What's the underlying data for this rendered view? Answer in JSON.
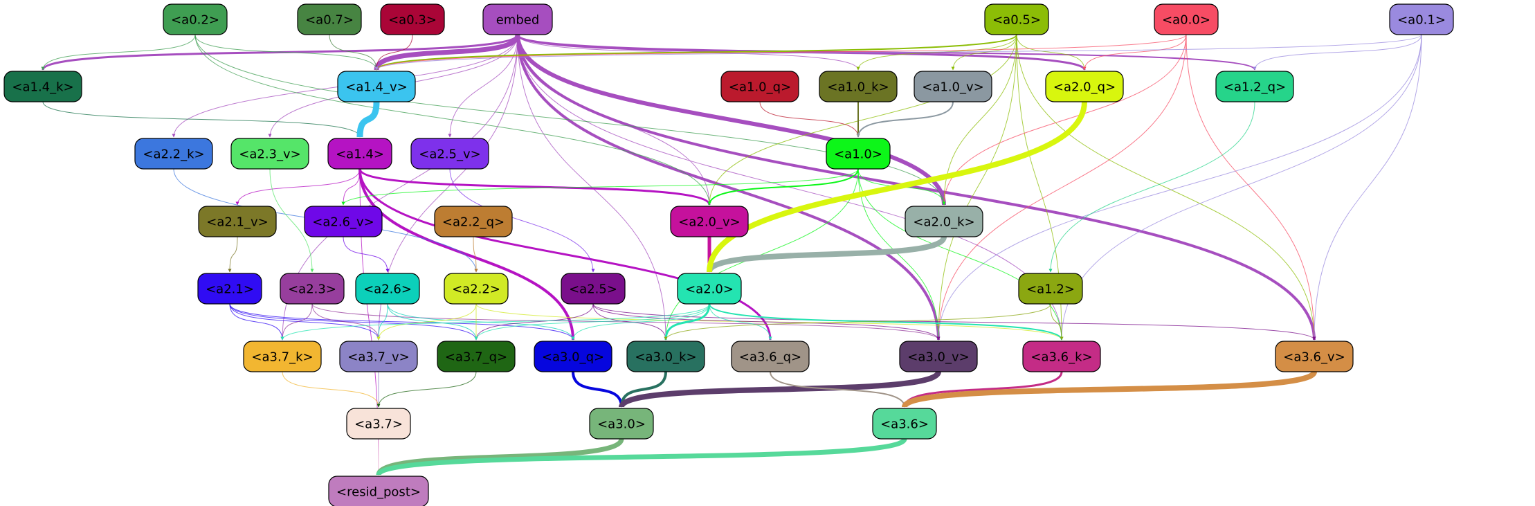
{
  "nodes": [
    {
      "id": "embed",
      "label": "embed",
      "fill": "#a64ebf",
      "text": "#000000"
    },
    {
      "id": "a0_2",
      "label": "<a0.2>",
      "fill": "#3f9e52",
      "text": "#000000"
    },
    {
      "id": "a0_7",
      "label": "<a0.7>",
      "fill": "#478442",
      "text": "#000000"
    },
    {
      "id": "a0_3",
      "label": "<a0.3>",
      "fill": "#aa0537",
      "text": "#000000"
    },
    {
      "id": "a0_5",
      "label": "<a0.5>",
      "fill": "#8cbd06",
      "text": "#000000"
    },
    {
      "id": "a0_0",
      "label": "<a0.0>",
      "fill": "#f74c64",
      "text": "#000000"
    },
    {
      "id": "a0_1",
      "label": "<a0.1>",
      "fill": "#9a8adf",
      "text": "#000000"
    },
    {
      "id": "a1_4_k",
      "label": "<a1.4_k>",
      "fill": "#18714a",
      "text": "#000000"
    },
    {
      "id": "a1_4_v",
      "label": "<a1.4_v>",
      "fill": "#3bc4ef",
      "text": "#000000"
    },
    {
      "id": "a1_0_q",
      "label": "<a1.0_q>",
      "fill": "#bb1a2d",
      "text": "#000000"
    },
    {
      "id": "a1_0_k",
      "label": "<a1.0_k>",
      "fill": "#6b7424",
      "text": "#000000"
    },
    {
      "id": "a1_0_v",
      "label": "<a1.0_v>",
      "fill": "#8b98a1",
      "text": "#000000"
    },
    {
      "id": "a2_0_q",
      "label": "<a2.0_q>",
      "fill": "#d8f60e",
      "text": "#000000"
    },
    {
      "id": "a1_2_q",
      "label": "<a1.2_q>",
      "fill": "#26d48a",
      "text": "#000000"
    },
    {
      "id": "a2_2_k",
      "label": "<a2.2_k>",
      "fill": "#3c77de",
      "text": "#000000"
    },
    {
      "id": "a2_3_v",
      "label": "<a2.3_v>",
      "fill": "#55e569",
      "text": "#000000"
    },
    {
      "id": "a1_4",
      "label": "<a1.4>",
      "fill": "#b513c3",
      "text": "#000000"
    },
    {
      "id": "a2_5_v",
      "label": "<a2.5_v>",
      "fill": "#7e31eb",
      "text": "#000000"
    },
    {
      "id": "a1_0",
      "label": "<a1.0>",
      "fill": "#0df619",
      "text": "#000000"
    },
    {
      "id": "a2_1_v",
      "label": "<a2.1_v>",
      "fill": "#7c7828",
      "text": "#000000"
    },
    {
      "id": "a2_6_v",
      "label": "<a2.6_v>",
      "fill": "#6f08e8",
      "text": "#000000"
    },
    {
      "id": "a2_2_q",
      "label": "<a2.2_q>",
      "fill": "#bd7d32",
      "text": "#000000"
    },
    {
      "id": "a2_0_v",
      "label": "<a2.0_v>",
      "fill": "#c5119c",
      "text": "#000000"
    },
    {
      "id": "a2_0_k",
      "label": "<a2.0_k>",
      "fill": "#98b0a8",
      "text": "#000000"
    },
    {
      "id": "a2_1",
      "label": "<a2.1>",
      "fill": "#300cf3",
      "text": "#000000"
    },
    {
      "id": "a2_3",
      "label": "<a2.3>",
      "fill": "#973e9d",
      "text": "#000000"
    },
    {
      "id": "a2_6",
      "label": "<a2.6>",
      "fill": "#0cd0ba",
      "text": "#000000"
    },
    {
      "id": "a2_2",
      "label": "<a2.2>",
      "fill": "#d1ea25",
      "text": "#000000"
    },
    {
      "id": "a2_5",
      "label": "<a2.5>",
      "fill": "#7a0f8b",
      "text": "#000000"
    },
    {
      "id": "a2_0",
      "label": "<a2.0>",
      "fill": "#24e4b1",
      "text": "#000000"
    },
    {
      "id": "a1_2",
      "label": "<a1.2>",
      "fill": "#8ba711",
      "text": "#000000"
    },
    {
      "id": "a3_7_k",
      "label": "<a3.7_k>",
      "fill": "#f2b631",
      "text": "#000000"
    },
    {
      "id": "a3_7_v",
      "label": "<a3.7_v>",
      "fill": "#8c84c6",
      "text": "#000000"
    },
    {
      "id": "a3_7_q",
      "label": "<a3.7_q>",
      "fill": "#1f6614",
      "text": "#000000"
    },
    {
      "id": "a3_0_q",
      "label": "<a3.0_q>",
      "fill": "#0606de",
      "text": "#000000"
    },
    {
      "id": "a3_0_k",
      "label": "<a3.0_k>",
      "fill": "#287160",
      "text": "#000000"
    },
    {
      "id": "a3_6_q",
      "label": "<a3.6_q>",
      "fill": "#a09488",
      "text": "#000000"
    },
    {
      "id": "a3_0_v",
      "label": "<a3.0_v>",
      "fill": "#5c3d6b",
      "text": "#000000"
    },
    {
      "id": "a3_6_k",
      "label": "<a3.6_k>",
      "fill": "#c42c86",
      "text": "#000000"
    },
    {
      "id": "a3_6_v",
      "label": "<a3.6_v>",
      "fill": "#d48e46",
      "text": "#000000"
    },
    {
      "id": "a3_7",
      "label": "<a3.7>",
      "fill": "#f8e3d9",
      "text": "#000000"
    },
    {
      "id": "a3_0",
      "label": "<a3.0>",
      "fill": "#77b57a",
      "text": "#000000"
    },
    {
      "id": "a3_6",
      "label": "<a3.6>",
      "fill": "#56d99a",
      "text": "#000000"
    },
    {
      "id": "resid_post",
      "label": "<resid_post>",
      "fill": "#bf7cbe",
      "text": "#000000"
    }
  ],
  "edges": [
    {
      "from": "embed",
      "to": "a1_4_v",
      "color": "#a64ebf",
      "weight": 7
    },
    {
      "from": "embed",
      "to": "a1_4_k",
      "color": "#a64ebf",
      "weight": 3
    },
    {
      "from": "embed",
      "to": "a2_0_k",
      "color": "#a64ebf",
      "weight": 6
    },
    {
      "from": "embed",
      "to": "a3_0_v",
      "color": "#a64ebf",
      "weight": 4
    },
    {
      "from": "embed",
      "to": "a3_6_v",
      "color": "#a64ebf",
      "weight": 4
    },
    {
      "from": "embed",
      "to": "a2_0_q",
      "color": "#a64ebf",
      "weight": 3
    },
    {
      "from": "embed",
      "to": "a1_2_q",
      "color": "#a64ebf",
      "weight": 2
    },
    {
      "from": "embed",
      "to": "a1_0_k",
      "color": "#a64ebf",
      "weight": 1
    },
    {
      "from": "embed",
      "to": "a2_2_k",
      "color": "#a64ebf",
      "weight": 1
    },
    {
      "from": "embed",
      "to": "a2_3_v",
      "color": "#a64ebf",
      "weight": 1
    },
    {
      "from": "embed",
      "to": "a2_5_v",
      "color": "#a64ebf",
      "weight": 1
    },
    {
      "from": "embed",
      "to": "a2_0_v",
      "color": "#a64ebf",
      "weight": 1
    },
    {
      "from": "embed",
      "to": "a3_0_k",
      "color": "#a64ebf",
      "weight": 1
    },
    {
      "from": "embed",
      "to": "a3_6_k",
      "color": "#a64ebf",
      "weight": 1
    },
    {
      "from": "embed",
      "to": "a3_7_k",
      "color": "#a64ebf",
      "weight": 1
    },
    {
      "from": "embed",
      "to": "a3_7_v",
      "color": "#a64ebf",
      "weight": 1
    },
    {
      "from": "a0_2",
      "to": "a1_4_k",
      "color": "#3f9e52",
      "weight": 1
    },
    {
      "from": "a0_2",
      "to": "a1_4_v",
      "color": "#3f9e52",
      "weight": 1
    },
    {
      "from": "a0_2",
      "to": "a2_0_v",
      "color": "#3f9e52",
      "weight": 1
    },
    {
      "from": "a0_2",
      "to": "a2_0_k",
      "color": "#3f9e52",
      "weight": 1
    },
    {
      "from": "a0_7",
      "to": "a1_4_v",
      "color": "#478442",
      "weight": 1
    },
    {
      "from": "a0_3",
      "to": "a1_4_v",
      "color": "#aa0537",
      "weight": 1
    },
    {
      "from": "a0_5",
      "to": "a1_4_v",
      "color": "#8cbd06",
      "weight": 2
    },
    {
      "from": "a0_5",
      "to": "a1_0_k",
      "color": "#8cbd06",
      "weight": 1
    },
    {
      "from": "a0_5",
      "to": "a1_0_v",
      "color": "#8cbd06",
      "weight": 1
    },
    {
      "from": "a0_5",
      "to": "a2_0_q",
      "color": "#8cbd06",
      "weight": 1
    },
    {
      "from": "a0_5",
      "to": "a2_0_k",
      "color": "#8cbd06",
      "weight": 1
    },
    {
      "from": "a0_5",
      "to": "a2_0_v",
      "color": "#8cbd06",
      "weight": 1
    },
    {
      "from": "a0_5",
      "to": "a3_0_v",
      "color": "#8cbd06",
      "weight": 1
    },
    {
      "from": "a0_5",
      "to": "a3_6_k",
      "color": "#8cbd06",
      "weight": 1
    },
    {
      "from": "a0_5",
      "to": "a3_6_v",
      "color": "#8cbd06",
      "weight": 1
    },
    {
      "from": "a0_0",
      "to": "a1_4_v",
      "color": "#f74c64",
      "weight": 1
    },
    {
      "from": "a0_0",
      "to": "a2_0_q",
      "color": "#f74c64",
      "weight": 1
    },
    {
      "from": "a0_0",
      "to": "a2_0_k",
      "color": "#f74c64",
      "weight": 1
    },
    {
      "from": "a0_0",
      "to": "a3_0_v",
      "color": "#f74c64",
      "weight": 1
    },
    {
      "from": "a0_0",
      "to": "a3_6_v",
      "color": "#f74c64",
      "weight": 1
    },
    {
      "from": "a0_1",
      "to": "a1_4_v",
      "color": "#9a8adf",
      "weight": 1
    },
    {
      "from": "a0_1",
      "to": "a1_2_q",
      "color": "#9a8adf",
      "weight": 1
    },
    {
      "from": "a0_1",
      "to": "a3_0_v",
      "color": "#9a8adf",
      "weight": 1
    },
    {
      "from": "a0_1",
      "to": "a3_6_k",
      "color": "#9a8adf",
      "weight": 1
    },
    {
      "from": "a0_1",
      "to": "a3_6_v",
      "color": "#9a8adf",
      "weight": 1
    },
    {
      "from": "a1_4_k",
      "to": "a1_4",
      "color": "#18714a",
      "weight": 1
    },
    {
      "from": "a1_4_v",
      "to": "a1_4",
      "color": "#3bc4ef",
      "weight": 9
    },
    {
      "from": "a1_0_q",
      "to": "a1_0",
      "color": "#bb1a2d",
      "weight": 1
    },
    {
      "from": "a1_0_k",
      "to": "a1_0",
      "color": "#6b7424",
      "weight": 2
    },
    {
      "from": "a1_0_v",
      "to": "a1_0",
      "color": "#8b98a1",
      "weight": 2
    },
    {
      "from": "a1_4",
      "to": "a2_0_v",
      "color": "#b513c3",
      "weight": 3
    },
    {
      "from": "a1_4",
      "to": "a3_0_q",
      "color": "#b513c3",
      "weight": 4
    },
    {
      "from": "a1_4",
      "to": "a3_6_q",
      "color": "#b513c3",
      "weight": 3
    },
    {
      "from": "a1_4",
      "to": "a2_6_v",
      "color": "#b513c3",
      "weight": 1
    },
    {
      "from": "a1_4",
      "to": "a2_1_v",
      "color": "#b513c3",
      "weight": 1
    },
    {
      "from": "a1_4",
      "to": "resid_post",
      "color": "#b513c3",
      "weight": 1
    },
    {
      "from": "a1_0",
      "to": "a2_0_v",
      "color": "#0df619",
      "weight": 2
    },
    {
      "from": "a1_0",
      "to": "a2_0_k",
      "color": "#0df619",
      "weight": 1
    },
    {
      "from": "a1_0",
      "to": "a2_6_v",
      "color": "#0df619",
      "weight": 1
    },
    {
      "from": "a1_0",
      "to": "a3_0_k",
      "color": "#0df619",
      "weight": 1
    },
    {
      "from": "a1_0",
      "to": "a3_0_v",
      "color": "#0df619",
      "weight": 1
    },
    {
      "from": "a1_0",
      "to": "a3_6_k",
      "color": "#0df619",
      "weight": 1
    },
    {
      "from": "a1_2_q",
      "to": "a1_2",
      "color": "#26d48a",
      "weight": 1
    },
    {
      "from": "a2_2_k",
      "to": "a2_2",
      "color": "#3c77de",
      "weight": 1
    },
    {
      "from": "a2_3_v",
      "to": "a2_3",
      "color": "#55e569",
      "weight": 1
    },
    {
      "from": "a2_5_v",
      "to": "a2_5",
      "color": "#7e31eb",
      "weight": 1
    },
    {
      "from": "a2_1_v",
      "to": "a2_1",
      "color": "#7c7828",
      "weight": 1
    },
    {
      "from": "a2_6_v",
      "to": "a2_6",
      "color": "#6f08e8",
      "weight": 1
    },
    {
      "from": "a2_2_q",
      "to": "a2_2",
      "color": "#bd7d32",
      "weight": 1
    },
    {
      "from": "a2_0_v",
      "to": "a2_0",
      "color": "#c5119c",
      "weight": 5
    },
    {
      "from": "a2_0_k",
      "to": "a2_0",
      "color": "#98b0a8",
      "weight": 8
    },
    {
      "from": "a2_0_q",
      "to": "a2_0",
      "color": "#d8f60e",
      "weight": 8
    },
    {
      "from": "a2_1",
      "to": "a3_7_k",
      "color": "#300cf3",
      "weight": 1
    },
    {
      "from": "a2_1",
      "to": "a3_7_v",
      "color": "#300cf3",
      "weight": 1
    },
    {
      "from": "a2_1",
      "to": "a3_7_q",
      "color": "#300cf3",
      "weight": 1
    },
    {
      "from": "a2_1",
      "to": "a3_0_q",
      "color": "#300cf3",
      "weight": 1
    },
    {
      "from": "a2_3",
      "to": "a3_7_k",
      "color": "#973e9d",
      "weight": 1
    },
    {
      "from": "a2_3",
      "to": "a3_7_v",
      "color": "#973e9d",
      "weight": 1
    },
    {
      "from": "a2_3",
      "to": "a3_0_v",
      "color": "#973e9d",
      "weight": 1
    },
    {
      "from": "a2_6",
      "to": "a3_7_v",
      "color": "#0cd0ba",
      "weight": 1
    },
    {
      "from": "a2_6",
      "to": "a3_7_q",
      "color": "#0cd0ba",
      "weight": 1
    },
    {
      "from": "a2_6",
      "to": "a3_0_q",
      "color": "#0cd0ba",
      "weight": 1
    },
    {
      "from": "a2_2",
      "to": "a3_7_v",
      "color": "#d1ea25",
      "weight": 1
    },
    {
      "from": "a2_2",
      "to": "a3_7_q",
      "color": "#d1ea25",
      "weight": 1
    },
    {
      "from": "a2_2",
      "to": "a3_6_k",
      "color": "#d1ea25",
      "weight": 1
    },
    {
      "from": "a2_5",
      "to": "a3_7_q",
      "color": "#7a0f8b",
      "weight": 1
    },
    {
      "from": "a2_5",
      "to": "a3_0_k",
      "color": "#7a0f8b",
      "weight": 1
    },
    {
      "from": "a2_5",
      "to": "a3_0_v",
      "color": "#7a0f8b",
      "weight": 1
    },
    {
      "from": "a2_5",
      "to": "a3_6_v",
      "color": "#7a0f8b",
      "weight": 1
    },
    {
      "from": "a2_0",
      "to": "a3_0_k",
      "color": "#24e4b1",
      "weight": 3
    },
    {
      "from": "a2_0",
      "to": "a3_6_q",
      "color": "#24e4b1",
      "weight": 1
    },
    {
      "from": "a2_0",
      "to": "a3_6_k",
      "color": "#24e4b1",
      "weight": 2
    },
    {
      "from": "a2_0",
      "to": "a3_7_k",
      "color": "#24e4b1",
      "weight": 1
    },
    {
      "from": "a2_0",
      "to": "a3_7_q",
      "color": "#24e4b1",
      "weight": 1
    },
    {
      "from": "a2_0",
      "to": "a3_0_q",
      "color": "#24e4b1",
      "weight": 1
    },
    {
      "from": "a1_2",
      "to": "a3_6_k",
      "color": "#8ba711",
      "weight": 1
    },
    {
      "from": "a1_2",
      "to": "a3_0_k",
      "color": "#8ba711",
      "weight": 1
    },
    {
      "from": "a3_7_k",
      "to": "a3_7",
      "color": "#f2b631",
      "weight": 1
    },
    {
      "from": "a3_7_v",
      "to": "a3_7",
      "color": "#8c84c6",
      "weight": 1
    },
    {
      "from": "a3_7_q",
      "to": "a3_7",
      "color": "#1f6614",
      "weight": 1
    },
    {
      "from": "a3_0_q",
      "to": "a3_0",
      "color": "#0606de",
      "weight": 4
    },
    {
      "from": "a3_0_k",
      "to": "a3_0",
      "color": "#287160",
      "weight": 4
    },
    {
      "from": "a3_0_v",
      "to": "a3_0",
      "color": "#5c3d6b",
      "weight": 8
    },
    {
      "from": "a3_6_q",
      "to": "a3_6",
      "color": "#a09488",
      "weight": 2
    },
    {
      "from": "a3_6_k",
      "to": "a3_6",
      "color": "#c42c86",
      "weight": 3
    },
    {
      "from": "a3_6_v",
      "to": "a3_6",
      "color": "#d48e46",
      "weight": 8
    },
    {
      "from": "a3_7",
      "to": "resid_post",
      "color": "#f8e3d9",
      "weight": 1
    },
    {
      "from": "a3_0",
      "to": "resid_post",
      "color": "#77b57a",
      "weight": 7
    },
    {
      "from": "a3_6",
      "to": "resid_post",
      "color": "#56d99a",
      "weight": 7
    }
  ]
}
